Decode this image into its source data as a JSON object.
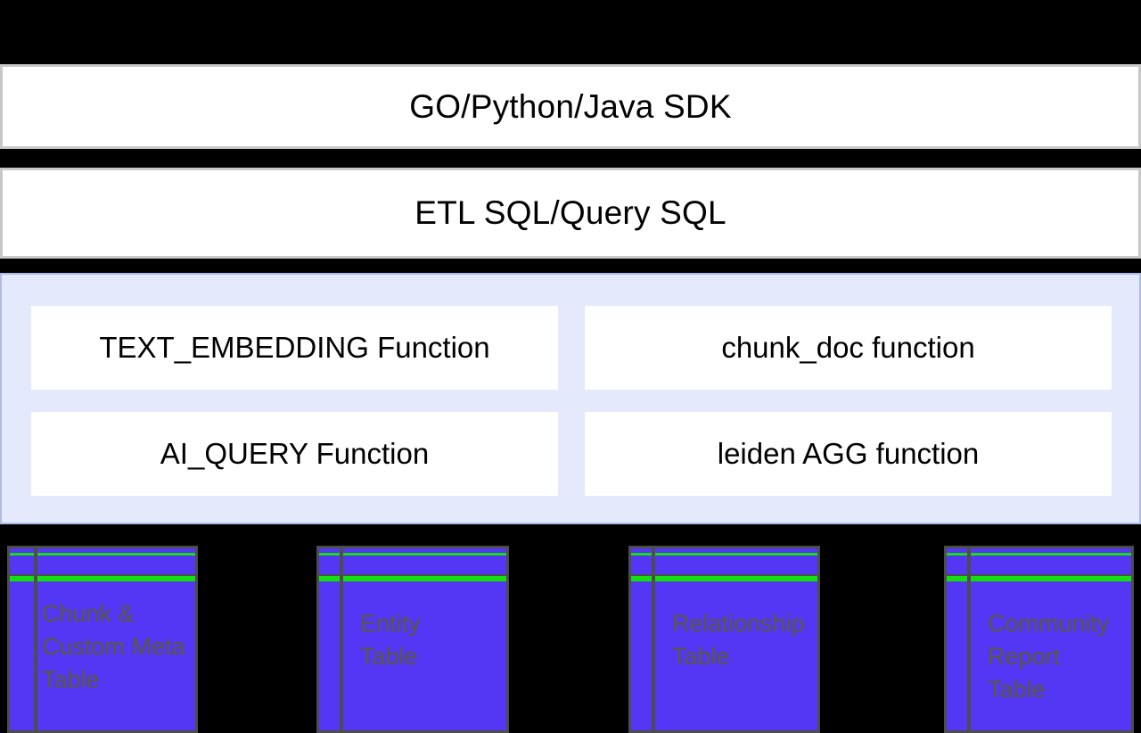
{
  "diagram": {
    "background_color": "#000000",
    "layers": [
      {
        "id": "sdk",
        "label": "GO/Python/Java SDK",
        "fill": "#ffffff",
        "border": "#c8c8c8"
      },
      {
        "id": "sql",
        "label": "ETL SQL/Query SQL",
        "fill": "#ffffff",
        "border": "#c8c8c8"
      }
    ],
    "functions_panel": {
      "fill": "#e4eafb",
      "border": "#aebbe4",
      "boxes": [
        {
          "id": "text-embedding",
          "label": "TEXT_EMBEDDING Function",
          "fill": "#ffffff"
        },
        {
          "id": "chunk-doc",
          "label": "chunk_doc function",
          "fill": "#ffffff"
        },
        {
          "id": "ai-query",
          "label": "AI_QUERY Function",
          "fill": "#ffffff"
        },
        {
          "id": "leiden-agg",
          "label": "leiden AGG function",
          "fill": "#ffffff"
        }
      ]
    },
    "storage": {
      "shape": "database-cylinder",
      "fill": "#5436f5",
      "outline": "#4d4d4d",
      "rule_color": "#14e010",
      "text_color": "#5a5a3c",
      "tables": [
        {
          "id": "chunk",
          "label": "Chunk &\nCustom Meta\nTable"
        },
        {
          "id": "entity",
          "label": "Entity\nTable"
        },
        {
          "id": "relationship",
          "label": "Relationship\nTable"
        },
        {
          "id": "community",
          "label": "Community\nReport\nTable"
        }
      ]
    }
  }
}
